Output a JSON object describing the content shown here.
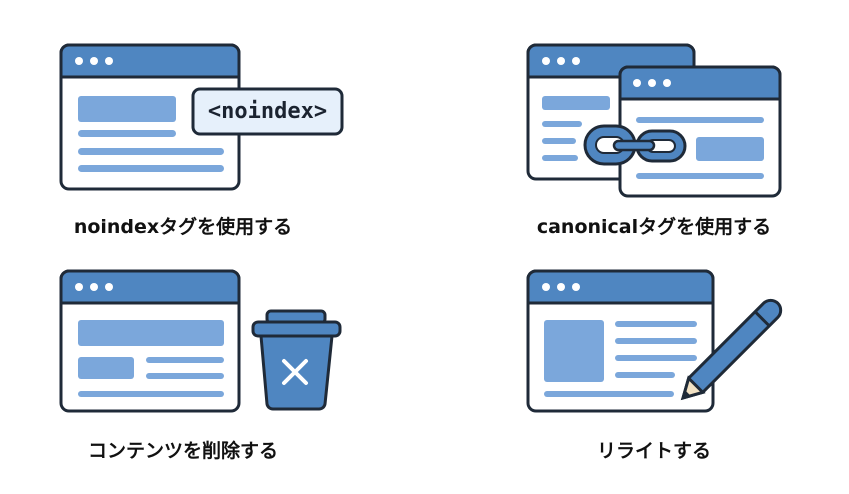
{
  "colors": {
    "header": "#4f86c1",
    "block": "#7ba7db",
    "outline": "#1f2a38",
    "tag_bg": "#e6f0fb"
  },
  "items": [
    {
      "label": "noindexタグを使用する",
      "tag": "<noindex>",
      "icon": "browser-noindex-icon"
    },
    {
      "label": "canonicalタグを使用する",
      "icon": "browser-canonical-link-icon"
    },
    {
      "label": "コンテンツを削除する",
      "icon": "browser-trash-icon"
    },
    {
      "label": "リライトする",
      "icon": "browser-pencil-icon"
    }
  ]
}
